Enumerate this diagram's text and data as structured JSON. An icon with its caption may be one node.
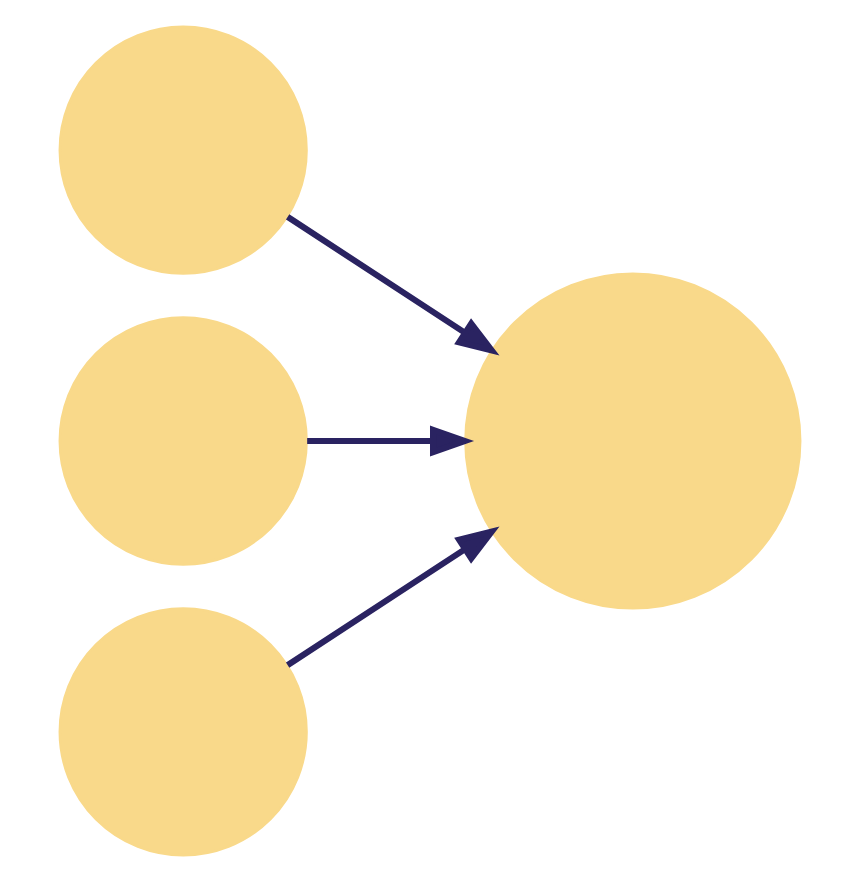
{
  "diagram": {
    "nodes": [
      {
        "text": [],
        "shape": "circle"
      },
      {
        "text": [],
        "shape": "circle"
      },
      {
        "text": [],
        "shape": "circle"
      },
      {
        "text": [],
        "shape": "circle"
      }
    ],
    "edges": [
      {
        "from": 0,
        "to": 3,
        "arrow": "to"
      },
      {
        "from": 1,
        "to": 3,
        "arrow": "to"
      },
      {
        "from": 2,
        "to": 3,
        "arrow": "to"
      }
    ]
  }
}
